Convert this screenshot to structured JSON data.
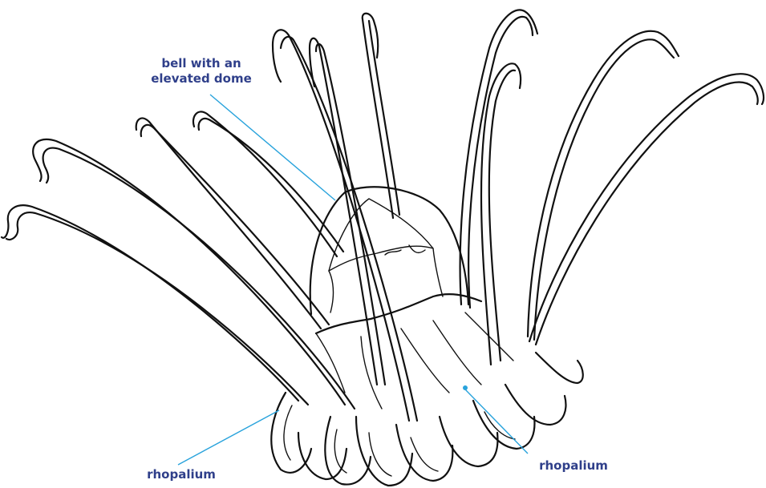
{
  "labels": {
    "bell_line1": "bell with an",
    "bell_line2": "elevated dome",
    "rhopalium_left": "rhopalium",
    "rhopalium_right": "rhopalium"
  },
  "colors": {
    "label_text": "#2f3f8a",
    "leader_line": "#29a3dc",
    "outline": "#111111",
    "background": "#ffffff"
  }
}
